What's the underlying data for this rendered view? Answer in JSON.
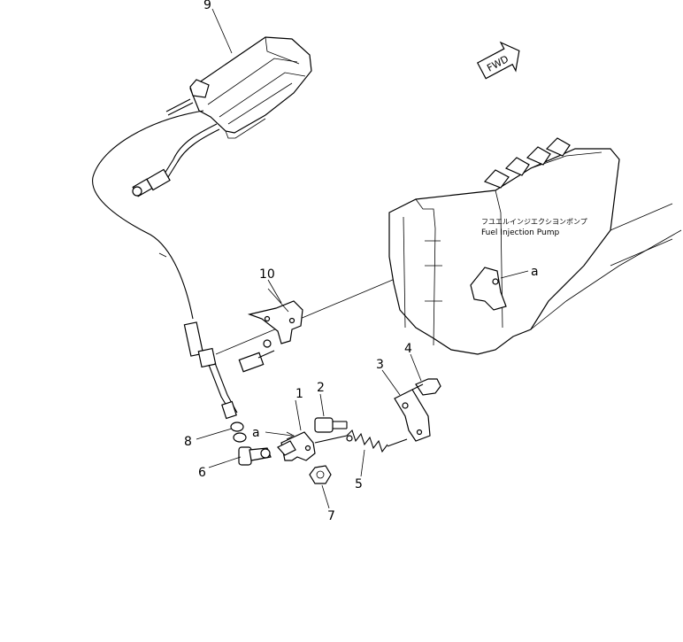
{
  "fwd_label": "FWD",
  "pump_label_jp": "フユエルインジエクシヨンポンプ",
  "pump_label_en": "Fuel Injection Pump",
  "ref_a_pump": "a",
  "ref_a_bracket": "a",
  "callouts": [
    "1",
    "2",
    "3",
    "4",
    "5",
    "6",
    "7",
    "8",
    "9",
    "10"
  ]
}
